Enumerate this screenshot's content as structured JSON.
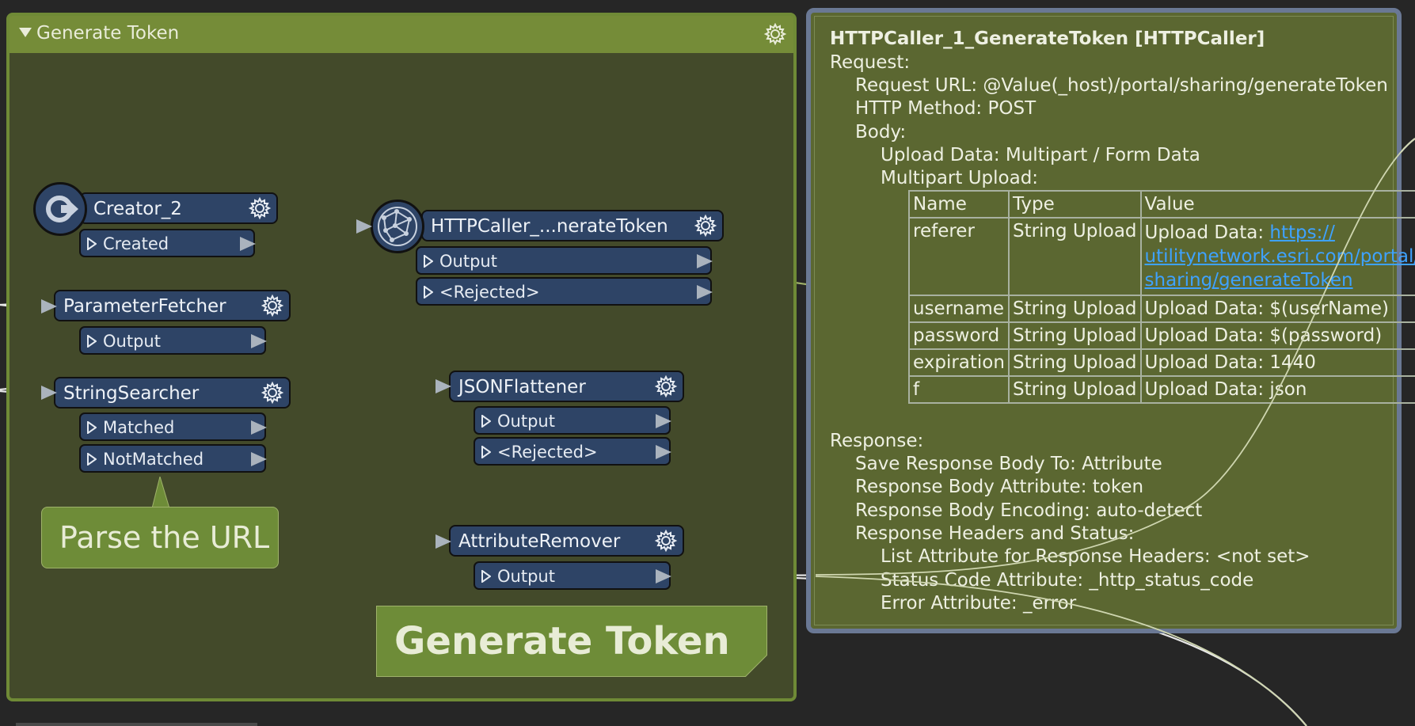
{
  "bookmark": {
    "title": "Generate Token"
  },
  "transformers": {
    "creator": {
      "label": "Creator_2",
      "ports": [
        "Created"
      ]
    },
    "parameter_fetcher": {
      "label": "ParameterFetcher",
      "ports": [
        "Output"
      ]
    },
    "string_searcher": {
      "label": "StringSearcher",
      "ports": [
        "Matched",
        "NotMatched"
      ]
    },
    "http_caller": {
      "label": "HTTPCaller_...nerateToken",
      "ports": [
        "Output",
        "<Rejected>"
      ]
    },
    "json_flattener": {
      "label": "JSONFlattener",
      "ports": [
        "Output",
        "<Rejected>"
      ]
    },
    "attribute_remover": {
      "label": "AttributeRemover",
      "ports": [
        "Output"
      ]
    }
  },
  "annotations": {
    "parse_url": "Parse the URL",
    "generate_token": "Generate Token"
  },
  "info_panel": {
    "title": "HTTPCaller_1_GenerateToken [HTTPCaller]",
    "request_label": "Request:",
    "request_url": "Request URL: @Value(_host)/portal/sharing/generateToken",
    "http_method": "HTTP Method: POST",
    "body_label": "Body:",
    "upload_data": "Upload Data: Multipart / Form Data",
    "multipart_label": "Multipart Upload:",
    "table_headers": [
      "Name",
      "Type",
      "Value"
    ],
    "table_rows": [
      {
        "name": "referer",
        "type": "String Upload",
        "value_prefix": "Upload Data: ",
        "link_1": "https://",
        "link_2": "utilitynetwork.esri.com/portal/",
        "link_3": "sharing/generateToken"
      },
      {
        "name": "username",
        "type": "String Upload",
        "value": "Upload Data: $(userName)"
      },
      {
        "name": "password",
        "type": "String Upload",
        "value": "Upload Data: $(password)"
      },
      {
        "name": "expiration",
        "type": "String Upload",
        "value": "Upload Data: 1440"
      },
      {
        "name": "f",
        "type": "String Upload",
        "value": "Upload Data: json"
      }
    ],
    "response_label": "Response:",
    "save_response": "Save Response Body To: Attribute",
    "response_attr": "Response Body Attribute: token",
    "response_encoding": "Response Body Encoding: auto-detect",
    "headers_status": "Response Headers and Status:",
    "list_attr": "List Attribute for Response Headers: <not set>",
    "status_code": "Status Code Attribute: _http_status_code",
    "error_attr": "Error Attribute: _error"
  },
  "colors": {
    "bookmark_fill": "#434a2a",
    "bookmark_header": "#758c38",
    "transformer_fill": "#2e4466",
    "panel_fill": "#5b6731",
    "link": "#3ea2ff"
  }
}
